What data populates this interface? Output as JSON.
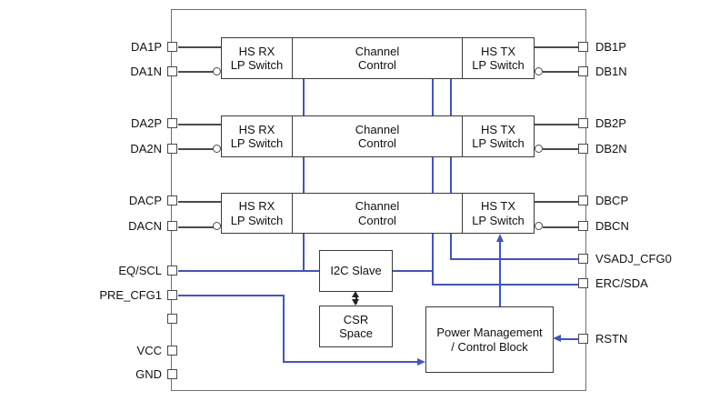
{
  "colors": {
    "accent_blue": "#4053c8",
    "box_border": "#3a3a3a",
    "chip_outline": "#6f6f6f",
    "wire_gray": "#4a4a4a",
    "text": "#111111"
  },
  "blocks": {
    "channels": [
      {
        "name": "channel-1",
        "rx": [
          "HS RX",
          "LP Switch"
        ],
        "control": [
          "Channel",
          "Control"
        ],
        "tx": [
          "HS TX",
          "LP Switch"
        ]
      },
      {
        "name": "channel-2",
        "rx": [
          "HS RX",
          "LP Switch"
        ],
        "control": [
          "Channel",
          "Control"
        ],
        "tx": [
          "HS TX",
          "LP Switch"
        ]
      },
      {
        "name": "channel-c",
        "rx": [
          "HS RX",
          "LP Switch"
        ],
        "control": [
          "Channel",
          "Control"
        ],
        "tx": [
          "HS TX",
          "LP Switch"
        ]
      }
    ],
    "i2c_slave": "I2C Slave",
    "csr_space": [
      "CSR",
      "Space"
    ],
    "power_mgmt": [
      "Power Management",
      "/ Control Block"
    ]
  },
  "pins": {
    "left": [
      {
        "label": "DA1P"
      },
      {
        "label": "DA1N"
      },
      {
        "label": "DA2P"
      },
      {
        "label": "DA2N"
      },
      {
        "label": "DACP"
      },
      {
        "label": "DACN"
      },
      {
        "label": "EQ/SCL"
      },
      {
        "label": "PRE_CFG1"
      },
      {
        "label": ""
      },
      {
        "label": "VCC"
      },
      {
        "label": "GND"
      }
    ],
    "right": [
      {
        "label": "DB1P"
      },
      {
        "label": "DB1N"
      },
      {
        "label": "DB2P"
      },
      {
        "label": "DB2N"
      },
      {
        "label": "DBCP"
      },
      {
        "label": "DBCN"
      },
      {
        "label": "VSADJ_CFG0"
      },
      {
        "label": "ERC/SDA"
      },
      {
        "label": "RSTN"
      }
    ]
  }
}
